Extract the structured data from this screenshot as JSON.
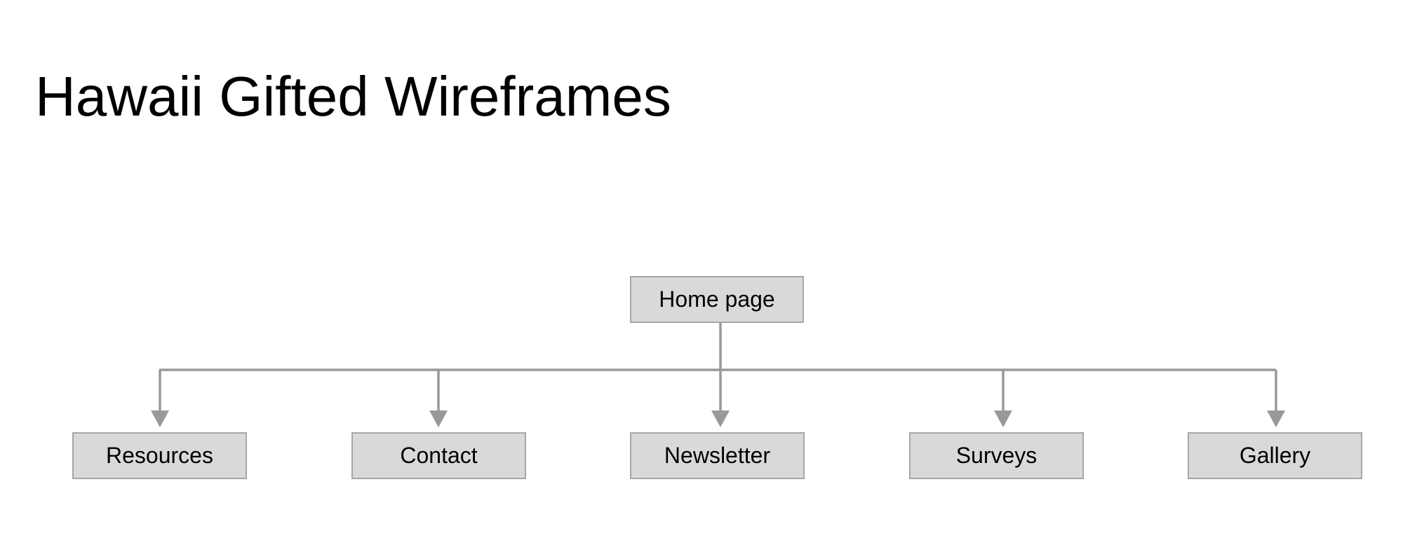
{
  "title": "Hawaii Gifted Wireframes",
  "colors": {
    "box_fill": "#d9d9d9",
    "box_border": "#a6a6a6",
    "connector": "#999999",
    "text": "#000000",
    "background": "#ffffff"
  },
  "sitemap": {
    "root": {
      "label": "Home page"
    },
    "children": [
      {
        "label": "Resources"
      },
      {
        "label": "Contact"
      },
      {
        "label": "Newsletter"
      },
      {
        "label": "Surveys"
      },
      {
        "label": "Gallery"
      }
    ]
  }
}
